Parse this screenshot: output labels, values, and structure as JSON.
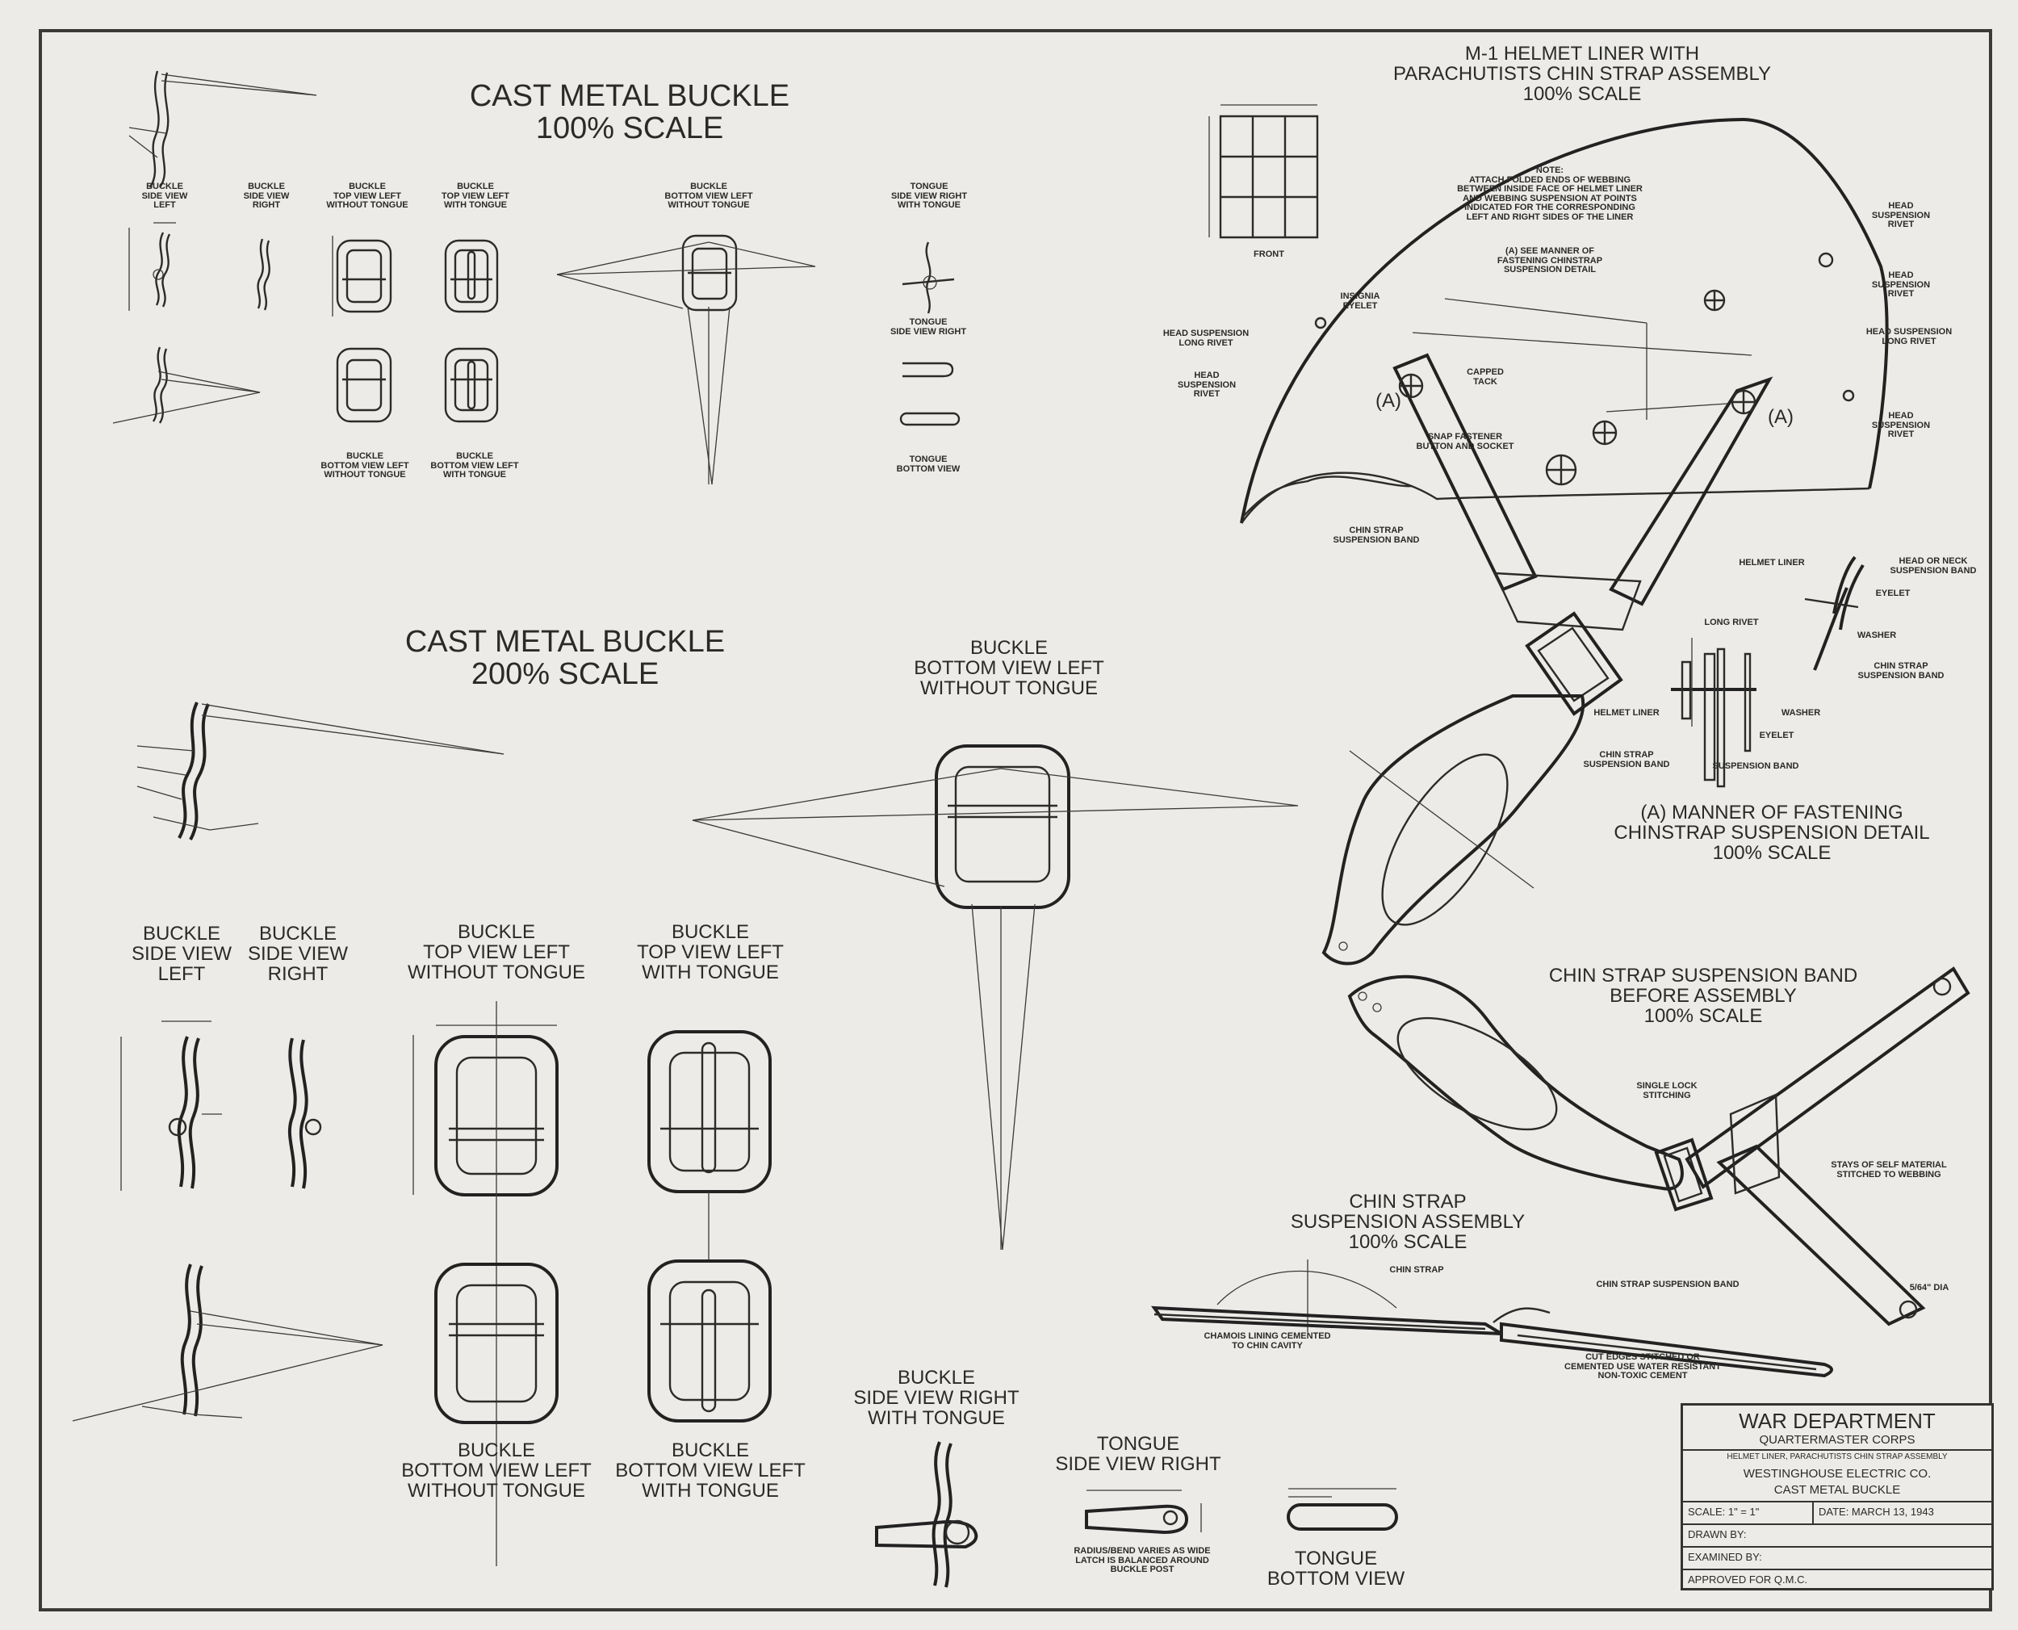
{
  "titles": {
    "cmb100": "CAST METAL BUCKLE\n100% SCALE",
    "cmb200": "CAST METAL BUCKLE\n200% SCALE",
    "helmet": "M-1 HELMET LINER WITH\nPARACHUTISTS CHIN STRAP ASSEMBLY\n100% SCALE",
    "fastening": "(A) MANNER OF FASTENING\nCHINSTRAP SUSPENSION DETAIL\n100% SCALE",
    "band_before": "CHIN STRAP SUSPENSION BAND\nBEFORE ASSEMBLY\n100% SCALE",
    "assembly": "CHIN STRAP\nSUSPENSION ASSEMBLY\n100% SCALE"
  },
  "labels_200": {
    "side_left": "BUCKLE\nSIDE VIEW\nLEFT",
    "side_right": "BUCKLE\nSIDE VIEW\nRIGHT",
    "top_without": "BUCKLE\nTOP VIEW LEFT\nWITHOUT TONGUE",
    "top_with": "BUCKLE\nTOP VIEW LEFT\nWITH TONGUE",
    "bottom_without_top": "BUCKLE\nBOTTOM VIEW LEFT\nWITHOUT TONGUE",
    "bottom_without": "BUCKLE\nBOTTOM VIEW LEFT\nWITHOUT TONGUE",
    "bottom_with": "BUCKLE\nBOTTOM VIEW LEFT\nWITH TONGUE",
    "side_right_tongue": "BUCKLE\nSIDE VIEW RIGHT\nWITH TONGUE",
    "tongue_side": "TONGUE\nSIDE VIEW RIGHT",
    "tongue_bottom": "TONGUE\nBOTTOM VIEW"
  },
  "labels_100": {
    "side_left": "BUCKLE\nSIDE VIEW\nLEFT",
    "side_right": "BUCKLE\nSIDE VIEW\nRIGHT",
    "top_without": "BUCKLE\nTOP VIEW LEFT\nWITHOUT TONGUE",
    "top_with": "BUCKLE\nTOP VIEW LEFT\nWITH TONGUE",
    "bottom_without_top": "BUCKLE\nBOTTOM VIEW LEFT\nWITHOUT TONGUE",
    "bottom_without": "BUCKLE\nBOTTOM VIEW LEFT\nWITHOUT TONGUE",
    "bottom_with": "BUCKLE\nBOTTOM VIEW LEFT\nWITH TONGUE",
    "tongue_side": "TONGUE\nSIDE VIEW RIGHT\nWITH TONGUE",
    "tongue_side2": "TONGUE\nSIDE VIEW RIGHT",
    "tongue_bottom": "TONGUE\nBOTTOM VIEW"
  },
  "helmet_callouts": {
    "note": "NOTE:\nATTACH FOLDED ENDS OF WEBBING\nBETWEEN INSIDE FACE OF HELMET LINER\nAND WEBBING SUSPENSION AT POINTS\nINDICATED FOR THE CORRESPONDING\nLEFT AND RIGHT SIDES OF THE LINER",
    "see": "(A) SEE MANNER OF\nFASTENING CHINSTRAP\nSUSPENSION DETAIL",
    "front": "FRONT",
    "head_susp_rivet_r": "HEAD\nSUSPENSION\nRIVET",
    "head_susp_rivet_r2": "HEAD\nSUSPENSION\nRIVET",
    "head_susp_long_rivet_r": "HEAD SUSPENSION\nLONG RIVET",
    "head_susp_rivet_r3": "HEAD\nSUSPENSION\nRIVET",
    "insignia": "INSIGNIA\nEYELET",
    "head_susp_long_rivet_l": "HEAD SUSPENSION\nLONG RIVET",
    "head_susp_rivet_l": "HEAD\nSUSPENSION\nRIVET",
    "capped_tack": "CAPPED\nTACK",
    "snap": "SNAP FASTENER\nBUTTON AND SOCKET",
    "chin_band": "CHIN STRAP\nSUSPENSION BAND",
    "a_left": "(A)",
    "a_right": "(A)"
  },
  "fastening_callouts": {
    "helmet_liner": "HELMET LINER",
    "head_neck_band": "HEAD OR NECK\nSUSPENSION BAND",
    "eyelet": "EYELET",
    "washer": "WASHER",
    "chin_strap_band": "CHIN STRAP\nSUSPENSION BAND",
    "long_rivet": "LONG RIVET",
    "helmet_liner2": "HELMET LINER",
    "washer2": "WASHER",
    "eyelet2": "EYELET",
    "chin_strap_band2": "CHIN STRAP\nSUSPENSION BAND",
    "suspension_band": "SUSPENSION BAND"
  },
  "band_callouts": {
    "single_lock": "SINGLE LOCK\nSTITCHING",
    "stays": "STAYS OF SELF MATERIAL\nSTITCHED TO WEBBING",
    "chin_strap": "CHIN STRAP",
    "chin_strap_band": "CHIN STRAP SUSPENSION BAND",
    "chamois": "CHAMOIS LINING CEMENTED\nTO CHIN CAVITY",
    "cut_edges": "CUT EDGES STITCHED OR\nCEMENTED USE WATER RESISTANT\nNON-TOXIC CEMENT",
    "diameter": "5/64\" DIA",
    "adjust_note": "RADIUS/BEND VARIES AS WIDE\nLATCH IS BALANCED AROUND\nBUCKLE POST"
  },
  "title_block": {
    "org": "WAR DEPARTMENT",
    "corps": "QUARTERMASTER CORPS",
    "item": "HELMET LINER, PARACHUTISTS CHIN STRAP ASSEMBLY",
    "maker": "WESTINGHOUSE ELECTRIC CO.",
    "part": "CAST METAL BUCKLE",
    "scale": "SCALE: 1\" = 1\"",
    "date": "DATE: MARCH 13, 1943",
    "drawn": "DRAWN BY:",
    "examined": "EXAMINED BY:",
    "approved": "APPROVED FOR Q.M.C."
  }
}
